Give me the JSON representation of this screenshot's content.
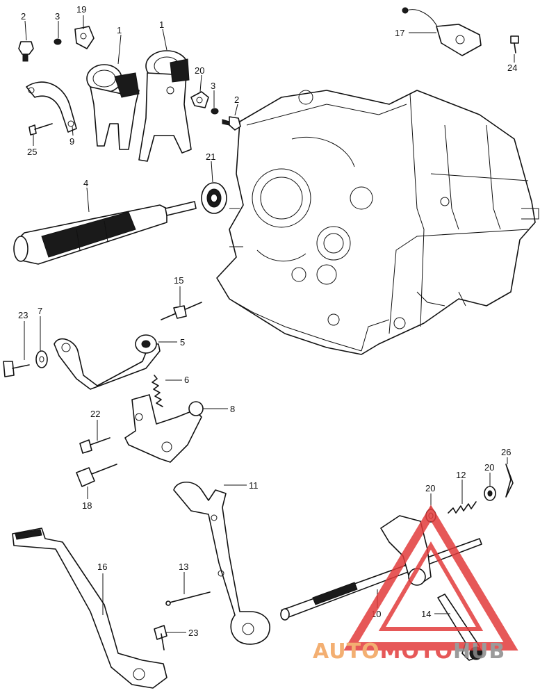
{
  "labels": {
    "l1a": "1",
    "l1b": "1",
    "l2a": "2",
    "l2b": "2",
    "l3a": "3",
    "l3b": "3",
    "l4": "4",
    "l5": "5",
    "l6": "6",
    "l7": "7",
    "l8": "8",
    "l9": "9",
    "l10": "10",
    "l11": "11",
    "l12": "12",
    "l13": "13",
    "l14": "14",
    "l15": "15",
    "l16": "16",
    "l17": "17",
    "l18": "18",
    "l19": "19",
    "l20a": "20",
    "l20b": "20",
    "l20c": "20",
    "l21": "21",
    "l22": "22",
    "l23a": "23",
    "l23b": "23",
    "l24": "24",
    "l25": "25",
    "l26": "26"
  },
  "watermark": {
    "text_auto": "AUTO",
    "text_moto": "MOTO",
    "text_hub": "HUB",
    "color_orange": "#f2a25a",
    "color_red": "#e23b3b",
    "color_gray": "#8a8a8a"
  }
}
